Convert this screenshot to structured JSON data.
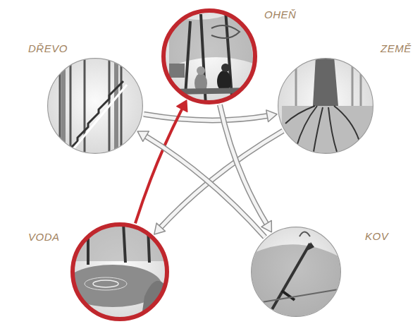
{
  "diagram": {
    "nodes": [
      {
        "text": [
          "OHEŇ"
        ]
      },
      {
        "text": [
          "DŘEVO"
        ]
      },
      {
        "text": [
          "ZEMĚ"
        ]
      },
      {
        "text": [
          "VODA"
        ]
      },
      {
        "text": [
          "KOV"
        ]
      }
    ],
    "edges": [
      {
        "from": 1,
        "to": 2,
        "arrow": "to"
      },
      {
        "from": 2,
        "to": 3,
        "arrow": "to"
      },
      {
        "from": 3,
        "to": 0,
        "arrow": "to"
      },
      {
        "from": 0,
        "to": 4,
        "arrow": "to"
      },
      {
        "from": 4,
        "to": 1,
        "arrow": "to"
      }
    ]
  }
}
